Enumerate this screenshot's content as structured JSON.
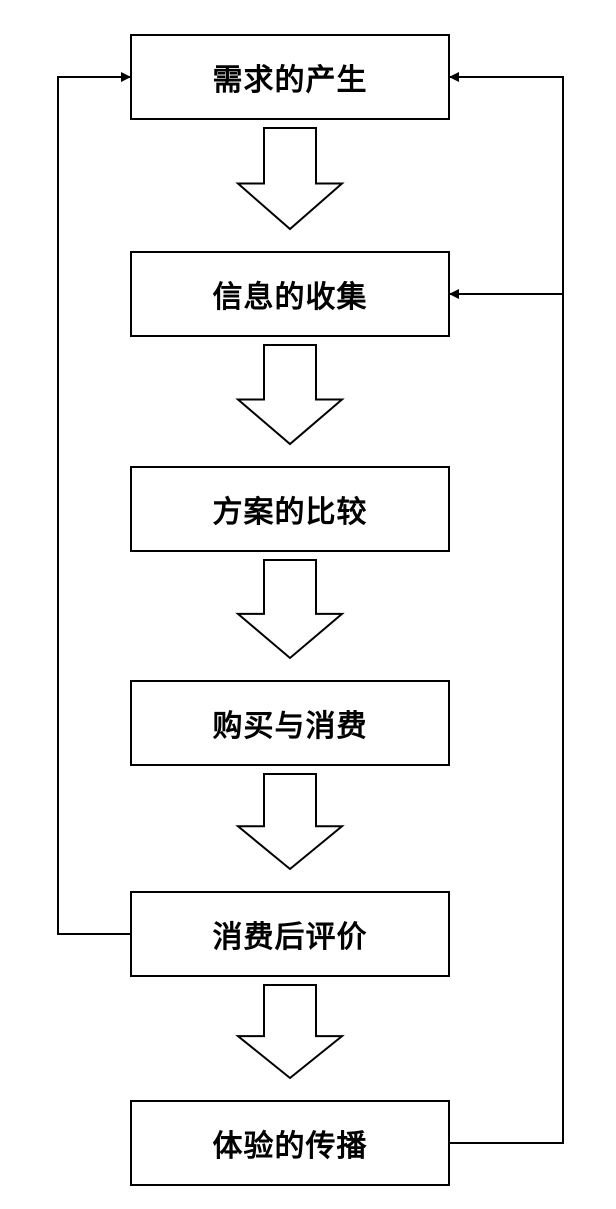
{
  "diagram": {
    "steps": [
      {
        "id": "step1",
        "label": "需求的产生"
      },
      {
        "id": "step2",
        "label": "信息的收集"
      },
      {
        "id": "step3",
        "label": "方案的比较"
      },
      {
        "id": "step4",
        "label": "购买与消费"
      },
      {
        "id": "step5",
        "label": "消费后评价"
      },
      {
        "id": "step6",
        "label": "体验的传播"
      }
    ],
    "flow": [
      {
        "from": "step1",
        "to": "step2",
        "style": "hollow-arrow"
      },
      {
        "from": "step2",
        "to": "step3",
        "style": "hollow-arrow"
      },
      {
        "from": "step3",
        "to": "step4",
        "style": "hollow-arrow"
      },
      {
        "from": "step4",
        "to": "step5",
        "style": "hollow-arrow"
      },
      {
        "from": "step5",
        "to": "step6",
        "style": "hollow-arrow"
      }
    ],
    "feedback": [
      {
        "from": "step5",
        "to": "step1",
        "side": "left"
      },
      {
        "from": "step6",
        "to": "step1",
        "side": "right"
      },
      {
        "from": "step6",
        "to": "step2",
        "side": "right"
      }
    ],
    "colors": {
      "stroke": "#000000",
      "fill": "#ffffff"
    }
  }
}
